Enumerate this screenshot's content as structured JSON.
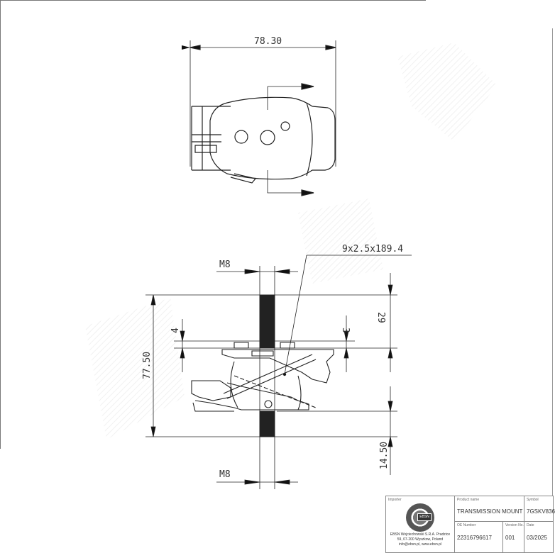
{
  "drawing": {
    "top_view": {
      "width_dim": "78.30"
    },
    "side_view": {
      "thread_top": "M8",
      "thread_bottom": "M8",
      "spring_callout": "9x2.5x189.4",
      "total_height": "77.50",
      "upper_stud_length": "29",
      "lower_stud_length": "14.50",
      "left_plate_thickness": "4",
      "right_plate_thickness": "3"
    }
  },
  "title_block": {
    "importer_label": "Importer",
    "importer_text": "EBSN Wojciechowski S.R.A. Pradzice 59, 07-200 Wyszkow, Poland info@ebsn.pl, www.ebsn.pl",
    "logo_badge": "EBSN",
    "product_name_label": "Product name",
    "product_name": "TRANSMISSION MOUNT",
    "symbol_label": "Symbol",
    "symbol": "7GSKV836",
    "oe_number_label": "OE Number",
    "oe_number": "22316796617",
    "version_label": "Version No.",
    "version": "001",
    "date_label": "Date",
    "date": "03/2025"
  }
}
